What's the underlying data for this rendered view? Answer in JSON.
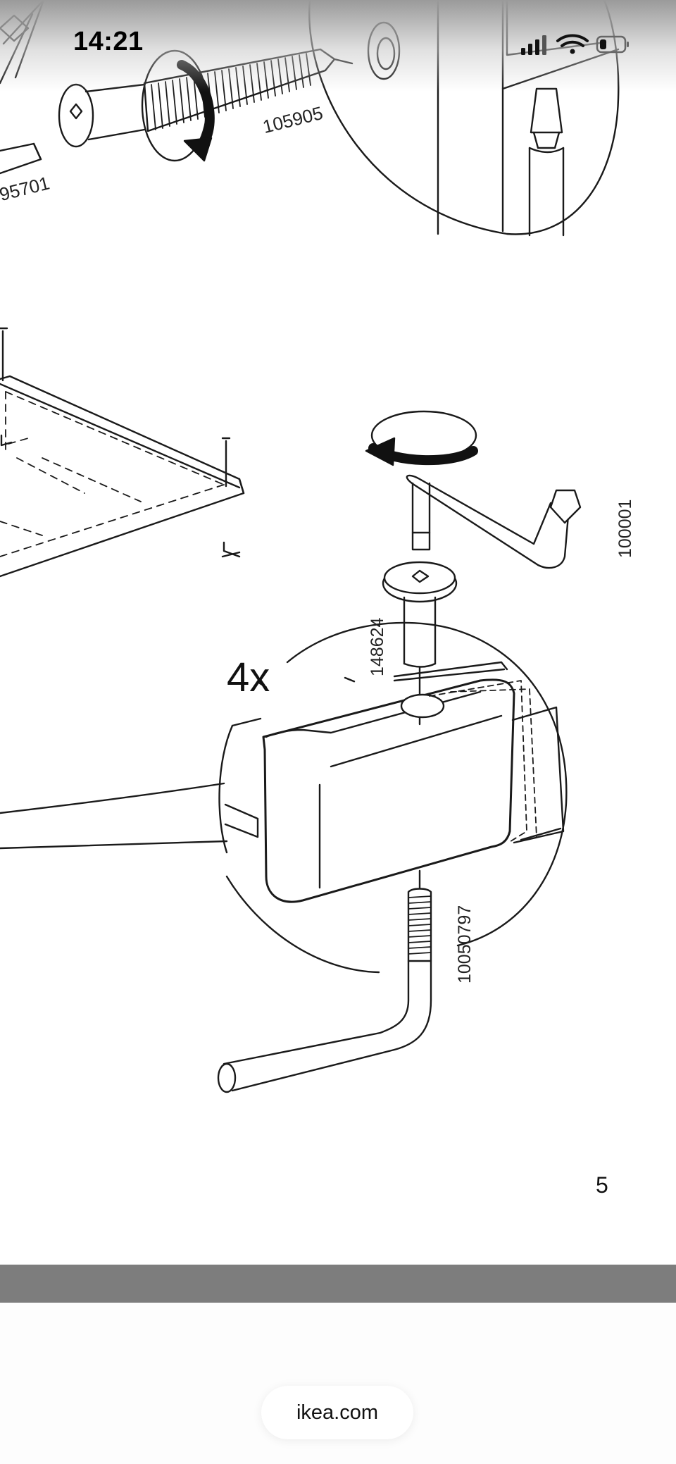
{
  "status_bar": {
    "time": "14:21",
    "icons": [
      "signal-icon",
      "wifi-icon",
      "battery-icon"
    ]
  },
  "document": {
    "part_labels": {
      "p95701": "95701",
      "p105905": "105905",
      "p100001": "100001",
      "p148624": "148624",
      "p10050797": "10050797"
    },
    "quantity": "4x",
    "page_number": "5"
  },
  "browser": {
    "url": "ikea.com"
  }
}
